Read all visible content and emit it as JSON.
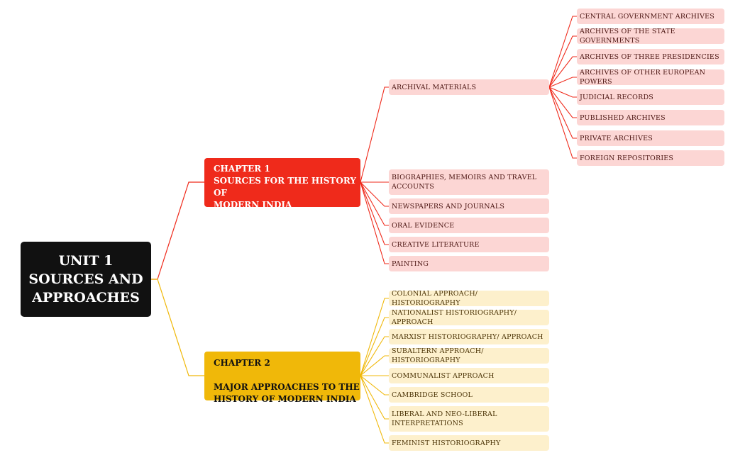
{
  "root": {
    "line1": "UNIT 1",
    "line2": "SOURCES AND",
    "line3": "APPROACHES"
  },
  "chapter1": {
    "line1": "CHAPTER 1",
    "line2": "SOURCES FOR THE HISTORY OF",
    "line3": "MODERN INDIA",
    "color": "#ef2a1b",
    "items": [
      "ARCHIVAL MATERIALS",
      "BIOGRAPHIES, MEMOIRS AND TRAVEL ACCOUNTS",
      "NEWSPAPERS AND JOURNALS",
      "ORAL EVIDENCE",
      "CREATIVE LITERATURE",
      "PAINTING"
    ]
  },
  "archival": {
    "items": [
      "CENTRAL GOVERNMENT ARCHIVES",
      "ARCHIVES OF THE STATE GOVERNMENTS",
      "ARCHIVES OF THREE PRESIDENCIES",
      "ARCHIVES OF OTHER EUROPEAN POWERS",
      "JUDICIAL RECORDS",
      "PUBLISHED ARCHIVES",
      "PRIVATE ARCHIVES",
      "FOREIGN REPOSITORIES"
    ]
  },
  "chapter2": {
    "line1": "CHAPTER 2",
    "line2": "MAJOR APPROACHES TO THE",
    "line3": "HISTORY OF MODERN INDIA",
    "color": "#f0b809",
    "items": [
      "COLONIAL APPROACH/ HISTORIOGRAPHY",
      "NATIONALIST HISTORIOGRAPHY/ APPROACH",
      "MARXIST HISTORIOGRAPHY/ APPROACH",
      "SUBALTERN APPROACH/ HISTORIOGRAPHY",
      "COMMUNALIST APPROACH",
      "CAMBRIDGE SCHOOL",
      "LIBERAL AND NEO-LIBERAL INTERPRETATIONS",
      "FEMINIST HISTORIOGRAPHY"
    ]
  }
}
